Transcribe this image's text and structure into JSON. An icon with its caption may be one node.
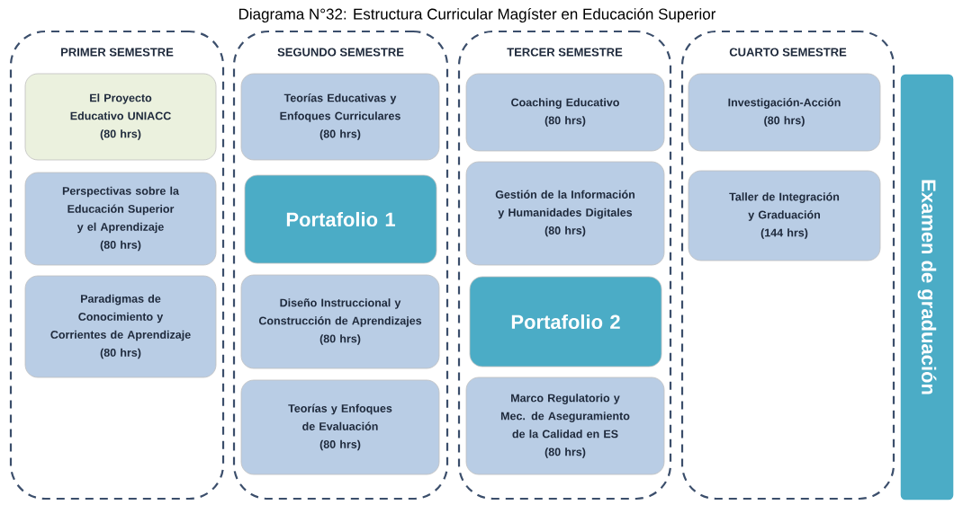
{
  "diagram": {
    "title": "Diagrama N°32: Estructura Curricular Magíster en Educación Superior",
    "nodes": [
      {
        "text": [
          "PRIMER SEMESTRE"
        ]
      },
      {
        "text": [
          "El Proyecto Educativo UNIACC",
          "(80 hrs)"
        ],
        "in": 0
      },
      {
        "text": [
          "Perspectivas sobre la Educación Superior y el Aprendizaje",
          "(80 hrs)"
        ],
        "in": 0
      },
      {
        "text": [
          "Paradigmas de Conocimiento y Corrientes de Aprendizaje",
          "(80 hrs)"
        ],
        "in": 0
      },
      {
        "text": [
          "SEGUNDO SEMESTRE"
        ]
      },
      {
        "text": [
          "Teorías Educativas y Enfoques Curriculares",
          "(80 hrs)"
        ],
        "in": 4
      },
      {
        "text": [
          "Portafolio 1"
        ],
        "in": 4
      },
      {
        "text": [
          "Diseño Instruccional y Construcción de Aprendizajes",
          "(80 hrs)"
        ],
        "in": 4
      },
      {
        "text": [
          "Teorías y Enfoques de Evaluación",
          "(80 hrs)"
        ],
        "in": 4
      },
      {
        "text": [
          "TERCER SEMESTRE"
        ]
      },
      {
        "text": [
          "Coaching Educativo",
          "(80 hrs)"
        ],
        "in": 9
      },
      {
        "text": [
          "Gestión de la Información y Humanidades Digitales",
          "(80 hrs)"
        ],
        "in": 9
      },
      {
        "text": [
          "Portafolio 2"
        ],
        "in": 9
      },
      {
        "text": [
          "Marco Regulatorio y Mec. de Aseguramiento de la Calidad en ES",
          "(80 hrs)"
        ],
        "in": 9
      },
      {
        "text": [
          "CUARTO SEMESTRE"
        ]
      },
      {
        "text": [
          "Investigación-Acción",
          "(80 hrs)"
        ],
        "in": 14
      },
      {
        "text": [
          "Taller de Integración y Graduación",
          "(144 hrs)"
        ],
        "in": 14
      },
      {
        "text": [
          "Examen de graduación"
        ]
      }
    ]
  }
}
